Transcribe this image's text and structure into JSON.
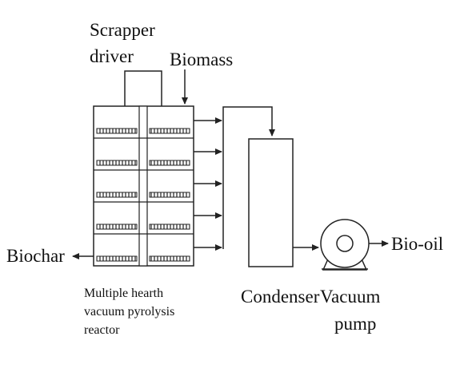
{
  "labels": {
    "scrapper_line1": "Scrapper",
    "scrapper_line2": "driver",
    "biomass": "Biomass",
    "biochar": "Biochar",
    "bio_oil": "Bio-oil",
    "condenser": "Condenser",
    "pump_line1": "Vacuum",
    "pump_line2": "pump",
    "reactor_line1": "Multiple hearth",
    "reactor_line2": "vacuum pyrolysis",
    "reactor_line3": "reactor"
  },
  "colors": {
    "stroke": "#222222",
    "text": "#111111",
    "background": "#ffffff"
  },
  "components": {
    "reactor_hearth_count": 5,
    "outlet_arrow_count": 5
  }
}
